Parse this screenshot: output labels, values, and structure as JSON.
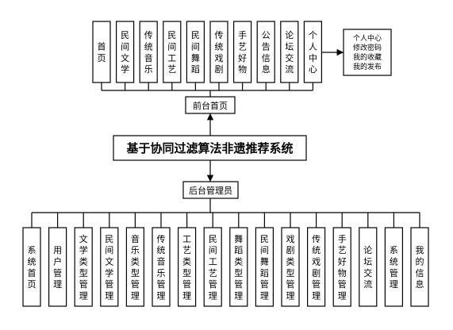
{
  "front_modules": [
    {
      "key": "home",
      "label": "首页"
    },
    {
      "key": "folk-literature",
      "label": "民间文学"
    },
    {
      "key": "traditional-music",
      "label": "传统音乐"
    },
    {
      "key": "folk-crafts",
      "label": "民间工艺"
    },
    {
      "key": "folk-dance",
      "label": "民间舞蹈"
    },
    {
      "key": "traditional-opera",
      "label": "传统戏剧"
    },
    {
      "key": "handicraft-goods",
      "label": "手艺好物"
    },
    {
      "key": "announcements",
      "label": "公告信息"
    },
    {
      "key": "forum",
      "label": "论坛交流"
    },
    {
      "key": "personal-center",
      "label": "个人中心"
    }
  ],
  "personal_center_detail": [
    "个人中心",
    "修改密码",
    "我的收藏",
    "我的发布"
  ],
  "front_hub": {
    "label": "前台首页"
  },
  "system": {
    "title": "基于协同过滤算法非遗推荐系统"
  },
  "admin_hub": {
    "label": "后台管理员"
  },
  "admin_modules": [
    {
      "key": "system-home",
      "label": "系统首页"
    },
    {
      "key": "user-management",
      "label": "用户管理"
    },
    {
      "key": "literature-type-management",
      "label": "文学类型管理"
    },
    {
      "key": "folk-literature-management",
      "label": "民间文学管理"
    },
    {
      "key": "music-type-management",
      "label": "音乐类型管理"
    },
    {
      "key": "traditional-music-management",
      "label": "传统音乐管理"
    },
    {
      "key": "craft-type-management",
      "label": "工艺类型管理"
    },
    {
      "key": "folk-craft-management",
      "label": "民间工艺管理"
    },
    {
      "key": "dance-type-management",
      "label": "舞蹈类型管理"
    },
    {
      "key": "folk-dance-management",
      "label": "民间舞蹈管理"
    },
    {
      "key": "opera-type-management",
      "label": "戏剧类型管理"
    },
    {
      "key": "traditional-opera-management",
      "label": "传统戏剧管理"
    },
    {
      "key": "handicraft-goods-management",
      "label": "手艺好物管理"
    },
    {
      "key": "forum",
      "label": "论坛交流"
    },
    {
      "key": "system-management",
      "label": "系统管理"
    },
    {
      "key": "my-info",
      "label": "我的信息"
    }
  ]
}
